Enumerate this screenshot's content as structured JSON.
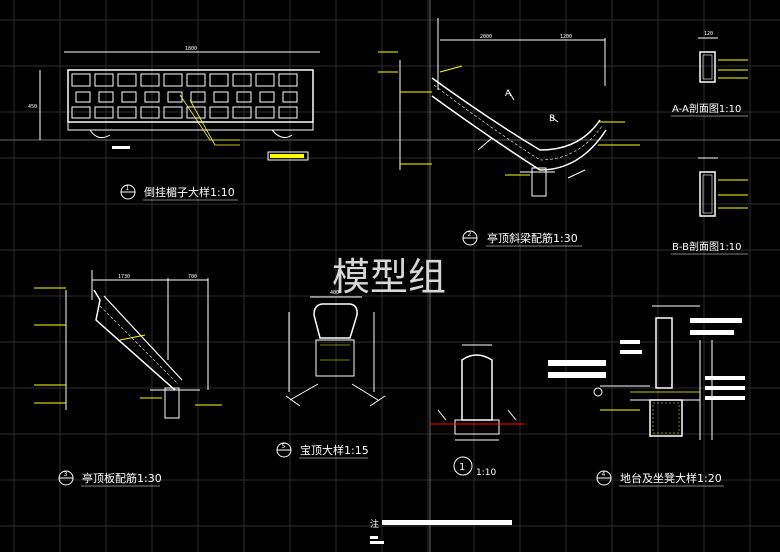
{
  "watermark": "模型组",
  "titles": {
    "hanging_lattice": "倒挂楣子大样1:10",
    "hanging_lattice_num": "1",
    "roof_beam": "亭顶斜梁配筋1:30",
    "roof_beam_num": "2",
    "section_aa": "A-A剖面图1:10",
    "section_bb": "B-B剖面图1:10",
    "roof_slab": "亭顶板配筋1:30",
    "roof_slab_num": "3",
    "finial": "宝顶大样1:15",
    "finial_num": "5",
    "post_detail": "1:10",
    "post_num": "1",
    "platform": "地台及坐凳大样1:20",
    "platform_num": "4",
    "note": "注"
  },
  "dimensions": {
    "lattice_width": "1800",
    "lattice_height": "450",
    "beam_w1": "2000",
    "beam_w2": "1200",
    "slab_w1": "1730",
    "slab_w2": "700",
    "section_width": "120",
    "finial_width": "400"
  },
  "section_marks": {
    "a": "A",
    "b": "B"
  },
  "colors": {
    "background": "#000000",
    "lines": "#ffffff",
    "labels": "#ffff00",
    "grid": "#303030",
    "ground": "#ff0000",
    "watermark": "#d8d8d8"
  }
}
